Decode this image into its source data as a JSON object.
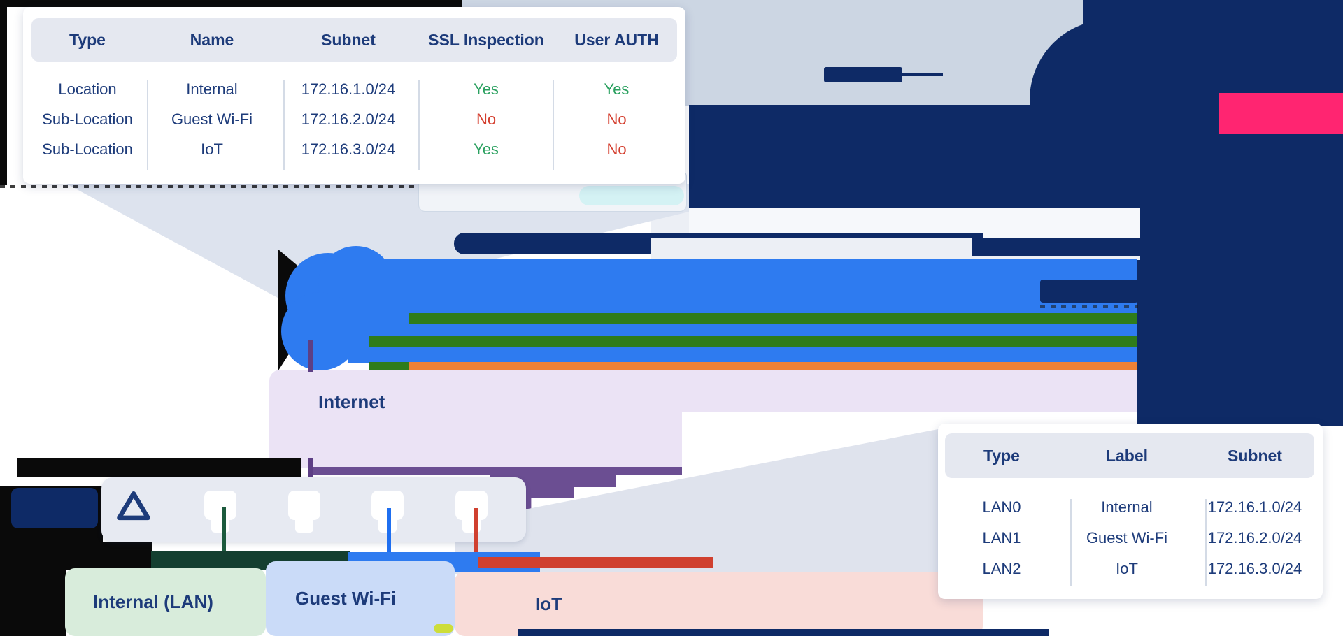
{
  "colors": {
    "navy_text": "#1d3b7a",
    "cloud_navy": "#0e2a66",
    "sky": "#ccd6e3",
    "blue": "#2e7bf0",
    "green_stripe": "#2f7c1b",
    "orange": "#ee8136",
    "pink_stripe": "#ff2571",
    "lavender": "#ebe3f5",
    "mint": "#d8ecdb",
    "guest_blue": "#cadbf8",
    "iot_pink": "#f9dcd8",
    "purple": "#6b4e92",
    "yes": "#2aa05f",
    "no": "#d43f2f",
    "cable_green": "#1c5a3d",
    "cable_blue": "#1f6ff0",
    "cable_red": "#d0402f"
  },
  "policy_table": {
    "headers": [
      "Type",
      "Name",
      "Subnet",
      "SSL Inspection",
      "User AUTH"
    ],
    "rows": [
      {
        "type": "Location",
        "name": "Internal",
        "subnet": "172.16.1.0/24",
        "ssl": "Yes",
        "auth": "Yes"
      },
      {
        "type": "Sub-Location",
        "name": "Guest Wi-Fi",
        "subnet": "172.16.2.0/24",
        "ssl": "No",
        "auth": "No"
      },
      {
        "type": "Sub-Location",
        "name": "IoT",
        "subnet": "172.16.3.0/24",
        "ssl": "Yes",
        "auth": "No"
      }
    ]
  },
  "lan_table": {
    "headers": [
      "Type",
      "Label",
      "Subnet"
    ],
    "rows": [
      {
        "type": "LAN0",
        "label": "Internal",
        "subnet": "172.16.1.0/24"
      },
      {
        "type": "LAN1",
        "label": "Guest Wi-Fi",
        "subnet": "172.16.2.0/24"
      },
      {
        "type": "LAN2",
        "label": "IoT",
        "subnet": "172.16.3.0/24"
      }
    ]
  },
  "labels": {
    "internet": "Internet",
    "internal_lan": "Internal (LAN)",
    "guest_wifi": "Guest Wi-Fi",
    "iot": "IoT"
  }
}
